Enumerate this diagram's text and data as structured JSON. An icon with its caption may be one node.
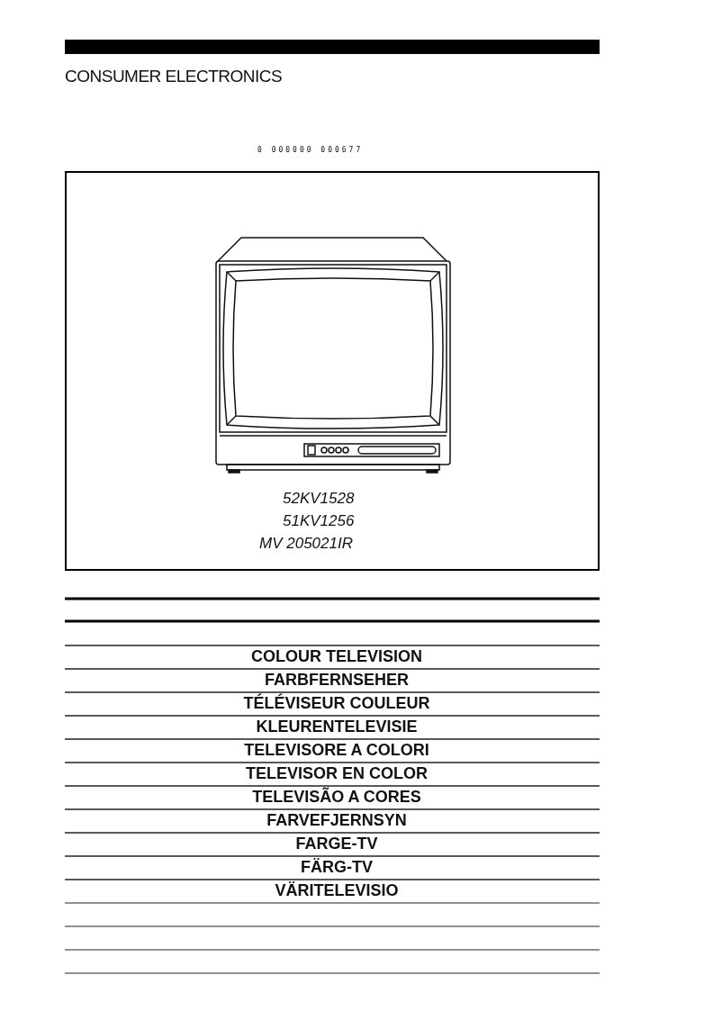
{
  "diagram": {
    "nodes": [
      {
        "text": [
          "52KV1528",
          "51KV1256",
          "MV 205021IR"
        ]
      }
    ],
    "labels": [
      "CONSUMER ELECTRONICS",
      "0 000000 000677",
      "COLOUR TELEVISION",
      "FARBFERNSEHER",
      "TÉLÉVISEUR COULEUR",
      "KLEURENTELEVISIE",
      "TELEVISORE A COLORI",
      "TELEVISOR EN COLOR",
      "TELEVISÃO A CORES",
      "FARVEFJERNSYN",
      "FARGE-TV",
      "FÄRG-TV",
      "VÄRITELEVISIO"
    ]
  }
}
